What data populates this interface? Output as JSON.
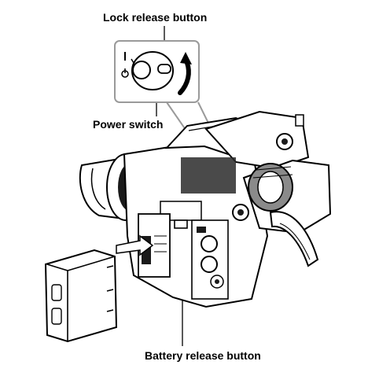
{
  "labels": {
    "lock_release": "Lock release button",
    "power_switch": "Power switch",
    "battery_release": "Battery release button"
  },
  "switch_glyphs": {
    "on": "I",
    "standby": "⏻"
  },
  "colors": {
    "line": "#000000",
    "callout_border": "#999999",
    "callout_fill": "#ffffff",
    "body_dark": "#1a1a1a",
    "body_mid": "#8a8a8a",
    "body_light": "#d9d9d9"
  },
  "icons": [
    "rotate-arrow-icon",
    "power-icon"
  ]
}
